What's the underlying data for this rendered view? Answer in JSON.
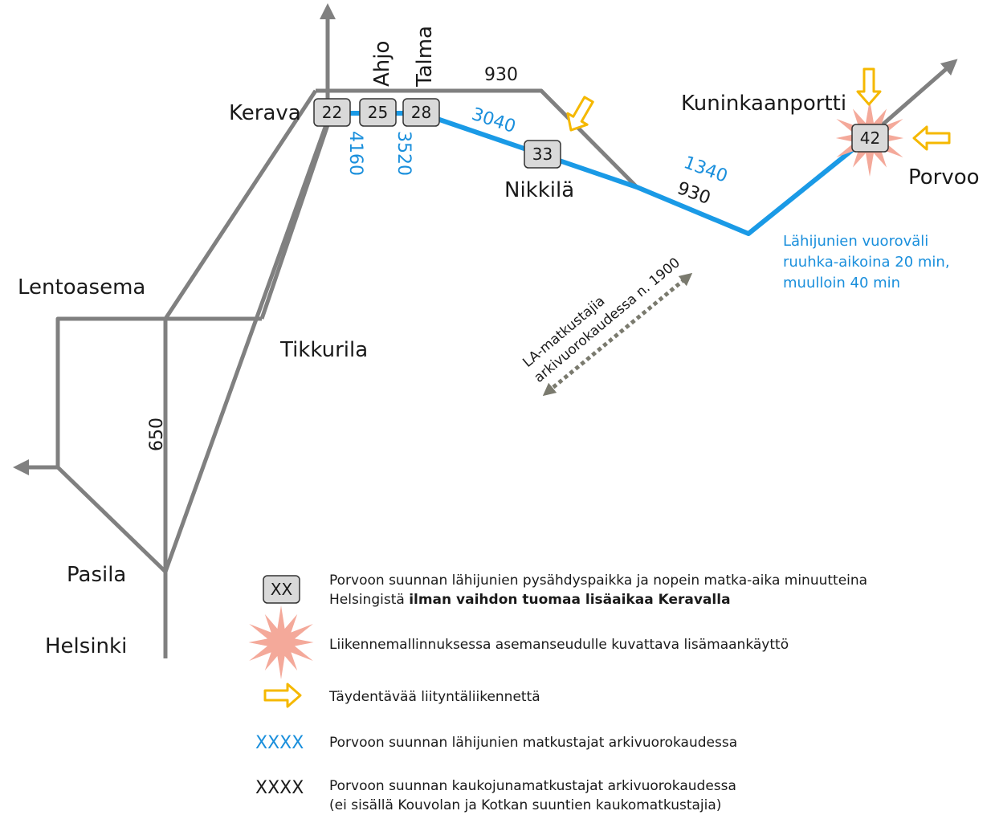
{
  "places": {
    "kerava": "Kerava",
    "ahjo": "Ahjo",
    "talma": "Talma",
    "nikkila": "Nikkilä",
    "kuninkaanportti": "Kuninkaanportti",
    "porvoo": "Porvoo",
    "lentoasema": "Lentoasema",
    "tikkurila": "Tikkurila",
    "pasila": "Pasila",
    "helsinki": "Helsinki"
  },
  "stops": {
    "kerava": "22",
    "ahjo": "25",
    "talma": "28",
    "nikkila": "33",
    "kuninkaanportti": "42"
  },
  "flows": {
    "kerava_north_blue": "4160",
    "ahjo_blue": "3520",
    "talma_nikkila_blue": "3040",
    "nikkila_porvoo_blue": "1340",
    "nikkila_porvoo_black": "930",
    "kerava_north_black": "930",
    "helsinki_main": "650"
  },
  "headway_note": [
    "Lähijunien vuoroväli",
    "ruuhka-aikoina 20 min,",
    "muulloin 40 min"
  ],
  "la_arrow_label": [
    "LA-matkustajia",
    "arkivuorokaudessa n. 1900"
  ],
  "legend": {
    "stop_symbol": "XX",
    "stop_text_line1": "Porvoon suunnan lähijunien pysähdyspaikka ja nopein matka-aika minuutteina",
    "stop_text_line2_plain": "Helsingistä ",
    "stop_text_line2_bold": "ilman vaihdon tuomaa lisäaikaa Keravalla",
    "land_use_text": "Liikennemallinnuksessa asemanseudulle kuvattava lisämaankäyttö",
    "feeder_text": "Täydentävää liityntäliikennettä",
    "blue_symbol": "XXXX",
    "blue_text": "Porvoon suunnan lähijunien matkustajat arkivuorokaudessa",
    "black_symbol": "XXXX",
    "black_text_line1": "Porvoon suunnan kaukojunamatkustajat arkivuorokaudessa",
    "black_text_line2": "(ei sisällä Kouvolan ja Kotkan suuntien kaukomatkustajia)"
  },
  "colors": {
    "track": "#808080",
    "commuter_line": "#1a9ae6",
    "flow_blue_text": "#1a8fdc",
    "stop_fill": "#d9d9d9",
    "starburst": "#f4a99a",
    "feeder_arrow": "#f5b800",
    "la_arrow": "#7a7a6e"
  }
}
